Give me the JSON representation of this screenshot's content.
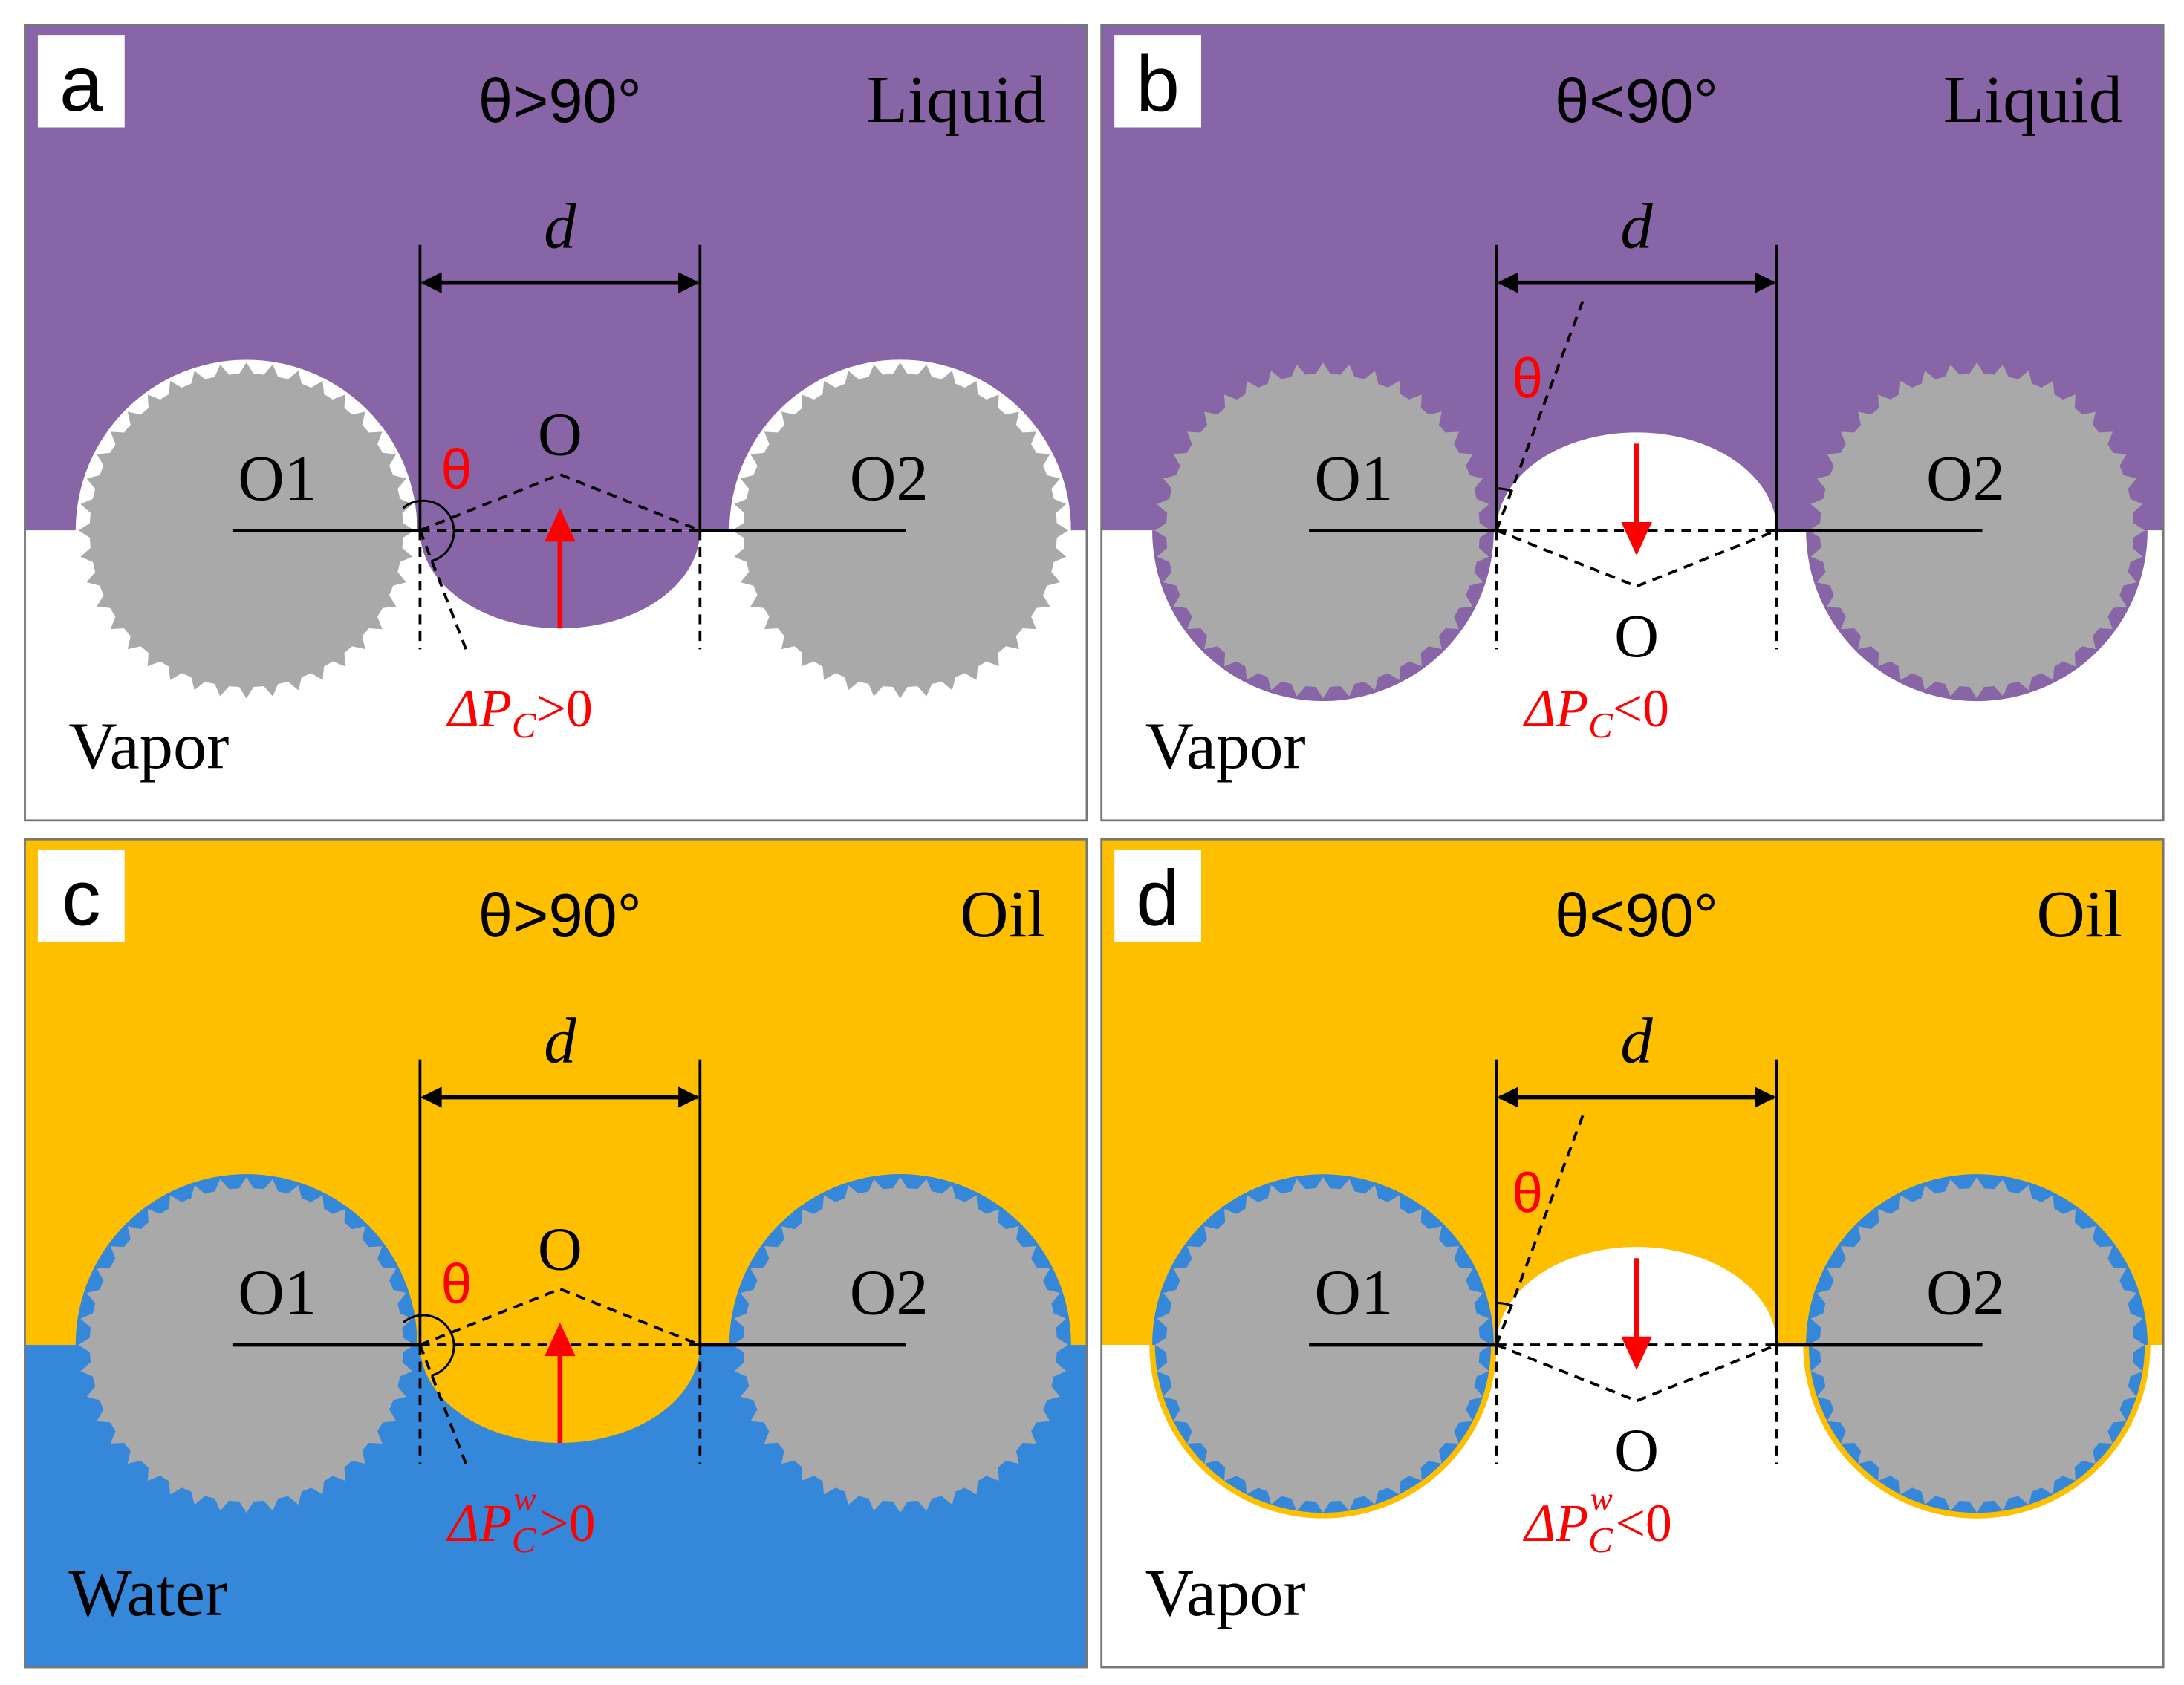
{
  "panels": [
    {
      "id": "a",
      "letter": "a",
      "theta_text": "θ>90°",
      "top_phase": "Liquid",
      "bottom_phase": "Vapor",
      "distance_label": "d",
      "center_label": "O",
      "theta_symbol": "θ",
      "left_center": "O1",
      "right_center": "O2",
      "pressure_delta": "ΔP",
      "pressure_sub": "C",
      "pressure_sup": "",
      "pressure_rel": ">0",
      "theta_regime": "obtuse",
      "colors": {
        "top": "#8865a6",
        "bottom": "#ffffff",
        "meniscus": "#8865a6",
        "pocket": "#ffffff",
        "coat": "#ffffff",
        "spikes": "#a9a9a9"
      }
    },
    {
      "id": "b",
      "letter": "b",
      "theta_text": "θ<90°",
      "top_phase": "Liquid",
      "bottom_phase": "Vapor",
      "distance_label": "d",
      "center_label": "O",
      "theta_symbol": "θ",
      "left_center": "O1",
      "right_center": "O2",
      "pressure_delta": "ΔP",
      "pressure_sub": "C",
      "pressure_sup": "",
      "pressure_rel": "<0",
      "theta_regime": "acute",
      "colors": {
        "top": "#8865a6",
        "bottom": "#ffffff",
        "meniscus": "#ffffff",
        "pocket": "#8865a6",
        "coat": "#8865a6",
        "spikes": "#a9a9a9"
      }
    },
    {
      "id": "c",
      "letter": "c",
      "theta_text": "θ>90°",
      "top_phase": "Oil",
      "bottom_phase": "Water",
      "distance_label": "d",
      "center_label": "O",
      "theta_symbol": "θ",
      "left_center": "O1",
      "right_center": "O2",
      "pressure_delta": "ΔP",
      "pressure_sub": "C",
      "pressure_sup": "w",
      "pressure_rel": ">0",
      "theta_regime": "obtuse",
      "colors": {
        "top": "#fdbf00",
        "bottom": "#3487d9",
        "meniscus": "#fdbf00",
        "pocket": "#3487d9",
        "coat": "#3487d9",
        "spikes": "#a9a9a9"
      }
    },
    {
      "id": "d",
      "letter": "d",
      "theta_text": "θ<90°",
      "top_phase": "Oil",
      "bottom_phase": "Vapor",
      "distance_label": "d",
      "center_label": "O",
      "theta_symbol": "θ",
      "left_center": "O1",
      "right_center": "O2",
      "pressure_delta": "ΔP",
      "pressure_sub": "C",
      "pressure_sup": "w",
      "pressure_rel": "<0",
      "theta_regime": "acute",
      "colors": {
        "top": "#fdbf00",
        "bottom": "#ffffff",
        "meniscus": "#ffffff",
        "pocket": "#fdbf00",
        "coat": "#3487d9",
        "spikes": "#a9a9a9"
      }
    }
  ],
  "colors": {
    "particle": "#a9a9a9",
    "line": "#000000",
    "accent": "#ff0000",
    "frame": "#777777"
  }
}
